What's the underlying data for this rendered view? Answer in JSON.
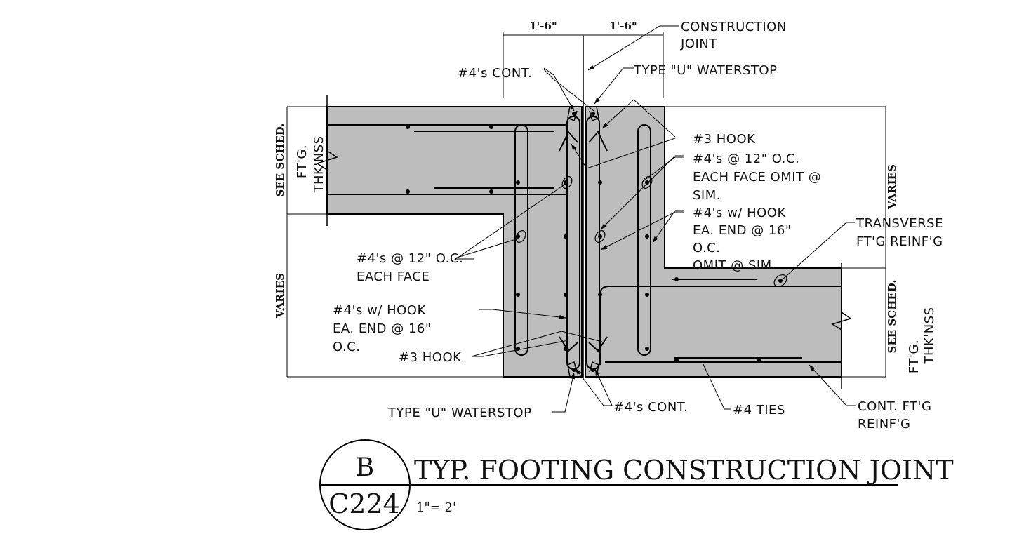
{
  "dimensions": {
    "left_width": "1'-6\"",
    "right_width": "1'-6\"",
    "left_thickness_a": "SEE SCHED.",
    "left_thickness_b": "FT'G.",
    "left_thickness_c": "THK'NSS",
    "left_varies": "VARIES",
    "right_varies": "VARIES",
    "right_thickness_a": "SEE SCHED.",
    "right_thickness_b": "FT'G.",
    "right_thickness_c": "THK'NSS"
  },
  "callouts": {
    "construction_joint_1": "CONSTRUCTION",
    "construction_joint_2": "JOINT",
    "cont_top": "#4's CONT.",
    "waterstop_top": "TYPE \"U\" WATERSTOP",
    "hook_top": "#3 HOOK",
    "ef_right_1": "#4's @ 12\" O.C.",
    "ef_right_2": "EACH FACE OMIT @",
    "ef_right_3": "SIM.",
    "hook16_right_1": "#4's w/ HOOK",
    "hook16_right_2": "EA. END @ 16\"",
    "hook16_right_3": "O.C.",
    "hook16_right_4": "OMIT @ SIM.",
    "transverse_1": "TRANSVERSE",
    "transverse_2": "FT'G REINF'G",
    "ef_left_1": "#4's @ 12\" O.C.",
    "ef_left_2": "EACH FACE",
    "hook16_left_1": "#4's w/ HOOK",
    "hook16_left_2": "EA. END @ 16\"",
    "hook16_left_3": "O.C.",
    "hook_bottom": "#3 HOOK",
    "waterstop_bottom": "TYPE \"U\" WATERSTOP",
    "cont_bottom": "#4's CONT.",
    "ties": "#4 TIES",
    "cont_ftg_1": "CONT. FT'G",
    "cont_ftg_2": "REINF'G"
  },
  "title_block": {
    "detail_letter": "B",
    "sheet_number": "C224",
    "title": "TYP. FOOTING CONSTRUCTION JOINT",
    "scale": "1\"= 2'"
  }
}
